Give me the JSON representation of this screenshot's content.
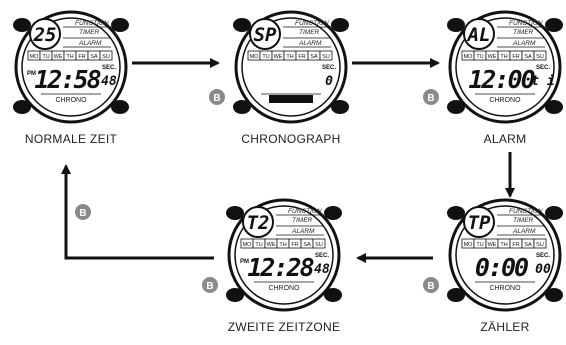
{
  "button_label": "B",
  "day_cells": [
    "MO",
    "TU",
    "WE",
    "TH",
    "FR",
    "SA",
    "SU"
  ],
  "watch_labels": {
    "function": "FUNCTION",
    "timer": "TIMER",
    "alarm": "ALARM",
    "chrono": "CHRONO",
    "sec": "SEC.",
    "pm": "PM"
  },
  "watches": [
    {
      "id": "normal",
      "caption": "NORMALE ZEIT",
      "mode": "25",
      "pm": "PM",
      "time": "12:58",
      "seconds": "48",
      "sec": "SEC.",
      "bottom": "CHRONO"
    },
    {
      "id": "chrono",
      "caption": "CHRONOGRAPH",
      "mode": "SP",
      "pm": "",
      "time": "",
      "seconds": "0",
      "sec": "SEC.",
      "bottom": ""
    },
    {
      "id": "alarm",
      "caption": "ALARM",
      "mode": "AL",
      "pm": "",
      "time": "12:00",
      "seconds": "t i",
      "sec": "SEC.",
      "bottom": "CHRONO"
    },
    {
      "id": "dualtime",
      "caption": "ZWEITE ZEITZONE",
      "mode": "T2",
      "pm": "PM",
      "time": "12:28",
      "seconds": "48",
      "sec": "SEC.",
      "bottom": "CHRONO"
    },
    {
      "id": "timer",
      "caption": "ZÄHLER",
      "mode": "TP",
      "pm": "",
      "time": "0:00",
      "seconds": "00",
      "sec": "SEC.",
      "bottom": "CHRONO"
    }
  ]
}
